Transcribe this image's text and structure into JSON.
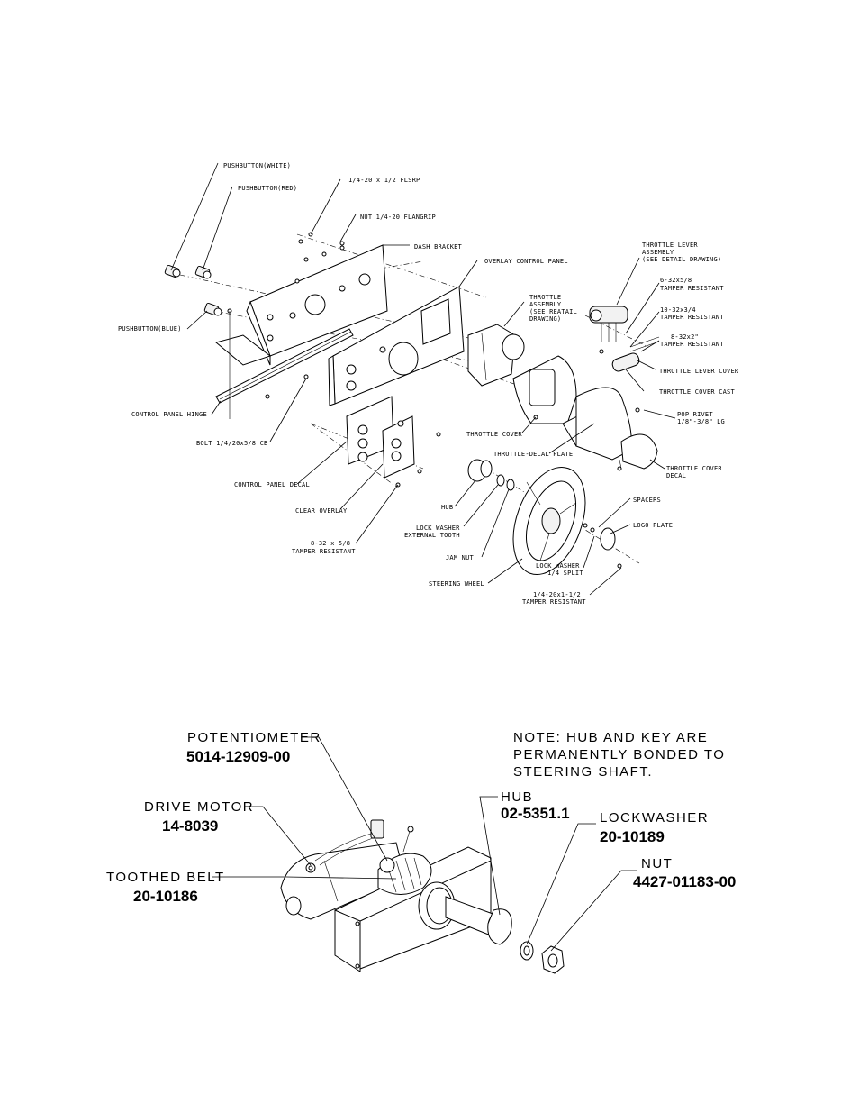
{
  "upper_labels": {
    "pushbutton_white": "PUSHBUTTON(WHITE)",
    "pushbutton_red": "PUSHBUTTON(RED)",
    "pushbutton_blue": "PUSHBUTTON(BLUE)",
    "flsrp": "1/4-20 x 1/2 FLSRP",
    "nut_flangrip": "NUT 1/4-20 FLANGRIP",
    "dash_bracket": "DASH BRACKET",
    "overlay_control_panel": "OVERLAY CONTROL PANEL",
    "throttle_assembly": [
      "THROTTLE",
      "ASSEMBLY",
      "(SEE REATAIL",
      "DRAWING)"
    ],
    "throttle_lever_assembly": [
      "THROTTLE LEVER",
      "ASSEMBLY",
      "(SEE DETAIL DRAWING)"
    ],
    "screw_6_32": [
      "6-32x5/8",
      "TAMPER RESISTANT"
    ],
    "screw_10_32": [
      "10-32x3/4",
      "TAMPER RESISTANT"
    ],
    "screw_8_32_2": [
      "8-32x2\"",
      "TAMPER RESISTANT"
    ],
    "throttle_lever_cover": "THROTTLE LEVER COVER",
    "throttle_cover_cast": "THROTTLE COVER CAST",
    "pop_rivet": [
      "POP RIVET",
      "1/8\"-3/8\" LG"
    ],
    "throttle_cover_decal": [
      "THROTTLE COVER",
      "DECAL"
    ],
    "control_panel_hinge": "CONTROL PANEL HINGE",
    "bolt": "BOLT 1/4/20x5/8 CB",
    "control_panel_decal": "CONTROL PANEL DECAL",
    "clear_overlay": "CLEAR OVERLAY",
    "screw_8_32_5_8": [
      "8-32 x 5/8",
      "TAMPER RESISTANT"
    ],
    "throttle_cover": "THROTTLE COVER",
    "throttle_decal_plate": "THROTTLE-DECAL PLATE",
    "hub": "HUB",
    "lock_washer_ext": [
      "LOCK WASHER",
      "EXTERNAL TOOTH"
    ],
    "jam_nut": "JAM NUT",
    "steering_wheel": "STEERING WHEEL",
    "spacers": "SPACERS",
    "logo_plate": "LOGO PLATE",
    "lock_washer_split": [
      "LOCK WASHER",
      "1/4 SPLIT"
    ],
    "screw_1_4_20": [
      "1/4-20x1-1/2",
      "TAMPER RESISTANT"
    ]
  },
  "lower_labels": {
    "potentiometer": {
      "name": "POTENTIOMETER",
      "part_number": "5014-12909-00"
    },
    "drive_motor": {
      "name": "DRIVE MOTOR",
      "part_number": "14-8039"
    },
    "toothed_belt": {
      "name": "TOOTHED BELT",
      "part_number": "20-10186"
    },
    "hub": {
      "name": "HUB",
      "part_number": "02-5351.1"
    },
    "lockwasher": {
      "name": "LOCKWASHER",
      "part_number": "20-10189"
    },
    "nut": {
      "name": "NUT",
      "part_number": "4427-01183-00"
    },
    "note": [
      "NOTE: HUB AND KEY ARE",
      "PERMANENTLY BONDED TO",
      "STEERING SHAFT."
    ]
  }
}
